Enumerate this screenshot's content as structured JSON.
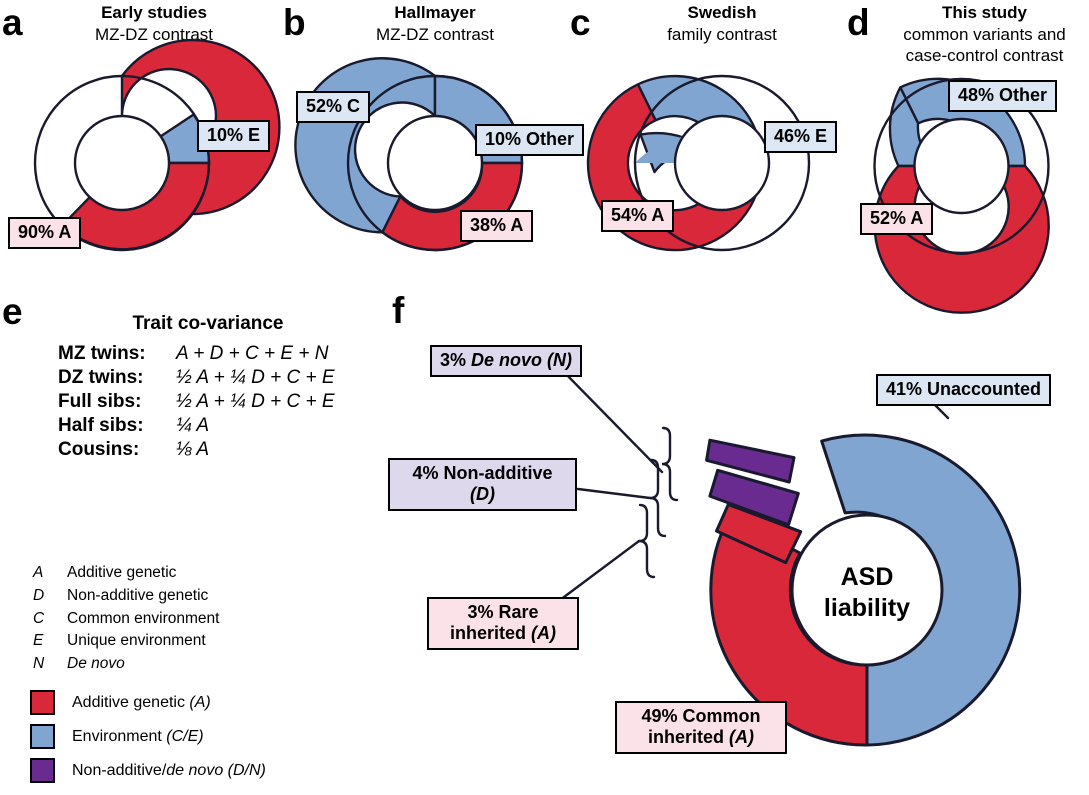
{
  "colors": {
    "additive_red": "#d8283a",
    "environment_blue": "#7fa5d0",
    "nonadditive_purple": "#6a2b91",
    "stroke": "#1a1a2e",
    "box_red_fill": "#fbe1e8",
    "box_blue_fill": "#dde7f4",
    "box_purple_fill": "#ddd8ec"
  },
  "panels": {
    "a": {
      "letter": "a",
      "title_line1": "Early studies",
      "title_line2": "MZ-DZ contrast",
      "labels": {
        "slice1": "90% A",
        "slice2": "10% E"
      }
    },
    "b": {
      "letter": "b",
      "title_line1": "Hallmayer",
      "title_line2": "MZ-DZ contrast",
      "labels": {
        "slice1": "52% C",
        "slice2": "10% Other",
        "slice3": "38% A"
      }
    },
    "c": {
      "letter": "c",
      "title_line1": "Swedish",
      "title_line2": "family contrast",
      "labels": {
        "slice1": "46% E",
        "slice2": "54% A"
      }
    },
    "d": {
      "letter": "d",
      "title_line1": "This study",
      "title_line2": "common variants and case-control contrast",
      "title_line2a": "common variants and",
      "title_line2b": "case-control contrast",
      "labels": {
        "slice1": "48% Other",
        "slice2": "52% A"
      }
    },
    "e": {
      "letter": "e",
      "table_title": "Trait co-variance",
      "rows": [
        {
          "label": "MZ twins:",
          "value": "A + D + C + E + N"
        },
        {
          "label": "DZ twins:",
          "value": "½ A + ¼ D + C + E"
        },
        {
          "label": "Full sibs:",
          "value": "½ A + ¼ D + C + E"
        },
        {
          "label": "Half sibs:",
          "value": "¼ A"
        },
        {
          "label": "Cousins:",
          "value": "⅛ A"
        }
      ]
    },
    "f": {
      "letter": "f",
      "center_line1": "ASD",
      "center_line2": "liability",
      "labels": {
        "de_novo": "3% De novo (N)",
        "de_novo_pre": "3% ",
        "de_novo_ital": "De novo (N)",
        "nonadditive_l1": "4% Non-additive",
        "nonadditive_l2": "(D)",
        "rare_l1": "3% Rare",
        "rare_l2_pre": "inherited ",
        "rare_l2_ital": "(A)",
        "unaccounted": "41% Unaccounted",
        "common_l1": "49% Common",
        "common_l2_pre": "inherited ",
        "common_l2_ital": "(A)"
      }
    }
  },
  "abbreviations": [
    {
      "symbol": "A",
      "definition": "Additive genetic",
      "italic": false
    },
    {
      "symbol": "D",
      "definition": "Non-additive genetic",
      "italic": false
    },
    {
      "symbol": "C",
      "definition": "Common environment",
      "italic": false
    },
    {
      "symbol": "E",
      "definition": "Unique environment",
      "italic": false
    },
    {
      "symbol": "N",
      "definition": "De novo",
      "italic": true
    }
  ],
  "legend": [
    {
      "color": "#d8283a",
      "label_pre": "Additive genetic ",
      "label_ital": "(A)"
    },
    {
      "color": "#7fa5d0",
      "label_pre": "Environment ",
      "label_ital": "(C/E)"
    },
    {
      "color": "#6a2b91",
      "label_pre": "Non-additive/",
      "label_ital": "de novo (D/N)"
    }
  ],
  "chart_data": [
    {
      "id": "a",
      "type": "pie",
      "title": "Early studies — MZ-DZ contrast",
      "categories": [
        "A",
        "E"
      ],
      "values": [
        90,
        10
      ],
      "labels": [
        "90% A",
        "10% E"
      ],
      "colors": [
        "#d8283a",
        "#7fa5d0"
      ],
      "donut": true
    },
    {
      "id": "b",
      "type": "pie",
      "title": "Hallmayer — MZ-DZ contrast",
      "categories": [
        "C",
        "Other",
        "A"
      ],
      "values": [
        52,
        10,
        38
      ],
      "labels": [
        "52% C",
        "10% Other",
        "38% A"
      ],
      "colors": [
        "#7fa5d0",
        "#7fa5d0",
        "#d8283a"
      ],
      "donut": true
    },
    {
      "id": "c",
      "type": "pie",
      "title": "Swedish — family contrast",
      "categories": [
        "E",
        "A"
      ],
      "values": [
        46,
        54
      ],
      "labels": [
        "46% E",
        "54% A"
      ],
      "colors": [
        "#7fa5d0",
        "#d8283a"
      ],
      "donut": true
    },
    {
      "id": "d",
      "type": "pie",
      "title": "This study — common variants and case-control contrast",
      "categories": [
        "Other",
        "A"
      ],
      "values": [
        48,
        52
      ],
      "labels": [
        "48% Other",
        "52% A"
      ],
      "colors": [
        "#7fa5d0",
        "#d8283a"
      ],
      "donut": true
    },
    {
      "id": "f",
      "type": "pie",
      "title": "ASD liability",
      "categories": [
        "Unaccounted",
        "Common inherited (A)",
        "Rare inherited (A)",
        "Non-additive (D)",
        "De novo (N)"
      ],
      "values": [
        41,
        49,
        3,
        4,
        3
      ],
      "labels": [
        "41% Unaccounted",
        "49% Common inherited (A)",
        "3% Rare inherited (A)",
        "4% Non-additive (D)",
        "3% De novo (N)"
      ],
      "colors": [
        "#7fa5d0",
        "#d8283a",
        "#d8283a",
        "#6a2b91",
        "#6a2b91"
      ],
      "exploded": [
        "Rare inherited (A)",
        "Non-additive (D)",
        "De novo (N)"
      ],
      "donut": true
    }
  ]
}
